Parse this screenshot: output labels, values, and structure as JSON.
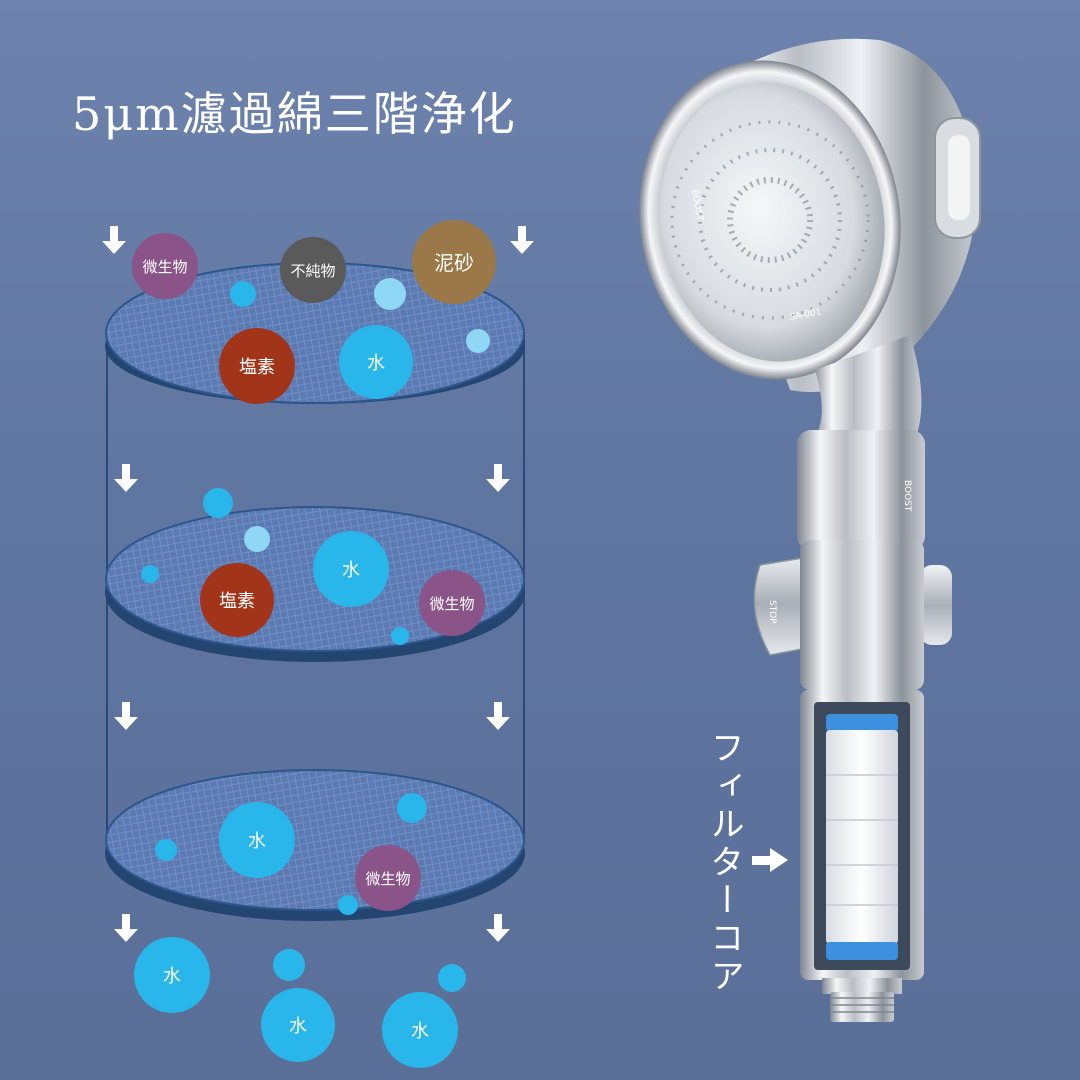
{
  "title": "5μm濾過綿三階浄化",
  "side_label": "フィルターコア",
  "colors": {
    "background": "#6178a4",
    "water": "#29b6ea",
    "chlorine": "#a2341a",
    "microbe": "#8a5488",
    "impurity": "#5a5a5a",
    "sand": "#9a7848"
  },
  "stage1": {
    "microbe": "微生物",
    "impurity": "不純物",
    "sand": "泥砂",
    "chlorine": "塩素",
    "water": "水"
  },
  "stage2": {
    "water": "水",
    "chlorine": "塩素",
    "microbe": "微生物"
  },
  "stage3": {
    "water": "水",
    "microbe": "微生物"
  },
  "output": {
    "water1": "水",
    "water2": "水",
    "water3": "水"
  },
  "showerhead": {
    "face_text_1": "BOOST",
    "face_text_2": "SA-001",
    "button_text": "STOP",
    "handle_text": "BOOST"
  }
}
